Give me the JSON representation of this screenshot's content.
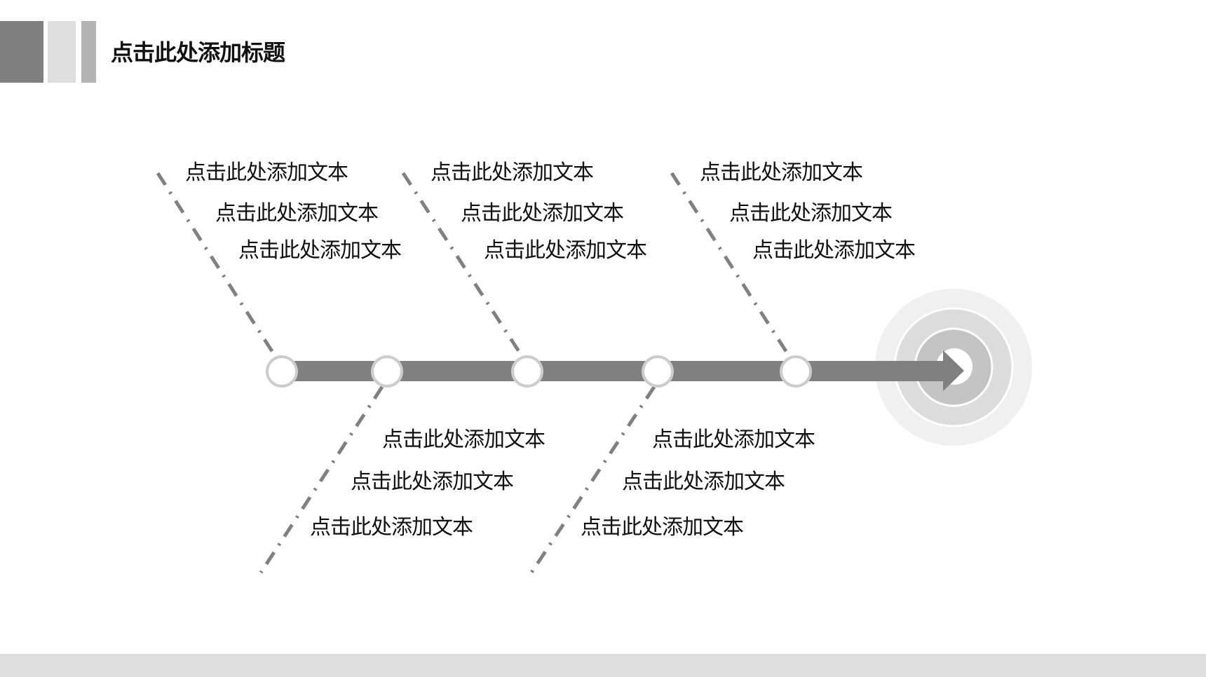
{
  "header": {
    "title": "点击此处添加标题",
    "blocks": [
      {
        "color": "#7f7f7f"
      },
      {
        "color": "#dedede"
      },
      {
        "color": "#b3b3b3"
      }
    ]
  },
  "colors": {
    "timeline_bar": "#808080",
    "node_border": "#cccccc",
    "dash_line": "#808080",
    "target_outer": "#f0f0f0",
    "target_middle": "#dcdcdc",
    "target_inner": "#c4c4c4",
    "footer": "#dedede"
  },
  "branches": {
    "top": [
      {
        "lines": [
          "点击此处添加文本",
          "点击此处添加文本",
          "点击此处添加文本"
        ]
      },
      {
        "lines": [
          "点击此处添加文本",
          "点击此处添加文本",
          "点击此处添加文本"
        ]
      },
      {
        "lines": [
          "点击此处添加文本",
          "点击此处添加文本",
          "点击此处添加文本"
        ]
      }
    ],
    "bottom": [
      {
        "lines": [
          "点击此处添加文本",
          "点击此处添加文本",
          "点击此处添加文本"
        ]
      },
      {
        "lines": [
          "点击此处添加文本",
          "点击此处添加文本",
          "点击此处添加文本"
        ]
      }
    ]
  },
  "nodes": [
    {
      "id": 1
    },
    {
      "id": 2
    },
    {
      "id": 3
    },
    {
      "id": 4
    },
    {
      "id": 5
    }
  ],
  "target": {
    "icon": "target-icon"
  }
}
